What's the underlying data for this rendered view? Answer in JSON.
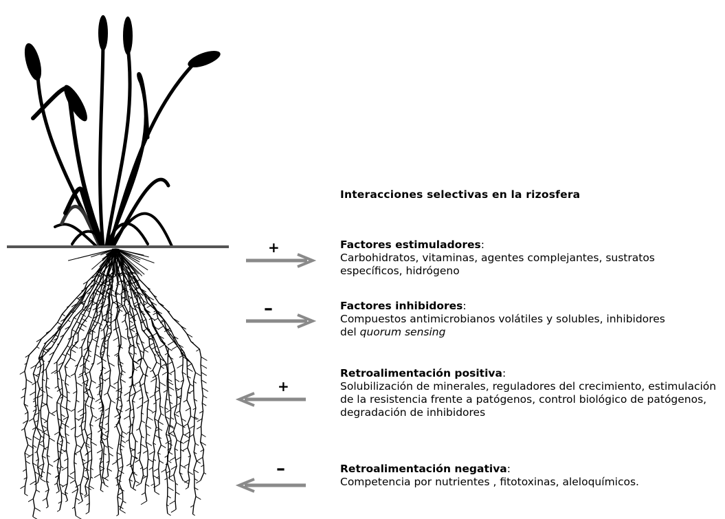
{
  "title": "Interacciones selectivas en la rizosfera",
  "items": [
    {
      "sign": "+",
      "direction": "right",
      "heading": "Factores estimuladores",
      "text": "Carbohidratos, vitaminas, agentes complejantes, sustratos específicos, hidrógeno"
    },
    {
      "sign": "–",
      "direction": "right",
      "heading": "Factores inhibidores",
      "text_pre": "Compuestos antimicrobianos volátiles y solubles, inhibidores del ",
      "text_italic": "quorum sensing"
    },
    {
      "sign": "+",
      "direction": "left",
      "heading": "Retroalimentación positiva",
      "text": "Solubilización de minerales, reguladores del crecimiento, estimulación de la resistencia frente a patógenos, control biológico de patógenos, degradación de inhibidores"
    },
    {
      "sign": "–",
      "direction": "left",
      "heading": "Retroalimentación negativa",
      "text": "Competencia por nutrientes , fitotoxinas, aleloquímicos."
    }
  ],
  "colon": ":",
  "colors": {
    "arrow": "#8a8a8a",
    "plant": "#000000",
    "soil_line": "#555555"
  }
}
